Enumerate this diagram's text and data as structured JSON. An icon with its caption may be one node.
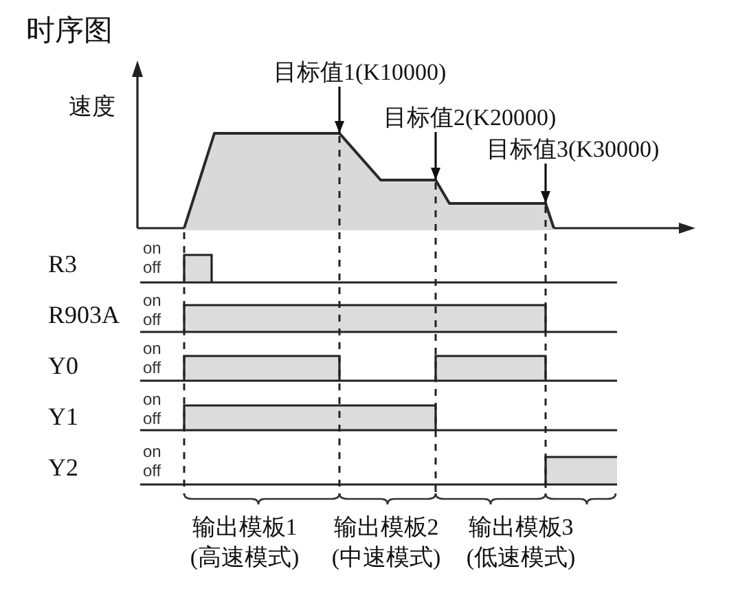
{
  "diagram": {
    "title": "时序图",
    "nodes": [
      {
        "text": [
          "目标值1(K10000)"
        ]
      },
      {
        "text": [
          "目标值2(K20000)"
        ]
      },
      {
        "text": [
          "目标值3(K30000)"
        ]
      },
      {
        "text": [],
        "shape": "area"
      }
    ],
    "edges": [
      {
        "from": 0,
        "to": 3,
        "arrow": "to"
      },
      {
        "from": 1,
        "to": 3,
        "arrow": "to"
      },
      {
        "from": 2,
        "to": 3,
        "arrow": "to"
      }
    ],
    "labels": [
      "速度",
      "R3",
      "on",
      "off",
      "R903A",
      "on",
      "off",
      "Y0",
      "on",
      "off",
      "Y1",
      "on",
      "off",
      "Y2",
      "on",
      "off",
      "输出模板1",
      "输出模板2",
      "输出模板3",
      "(高速模式)",
      "(中速模式)",
      "(低速模式)"
    ]
  }
}
